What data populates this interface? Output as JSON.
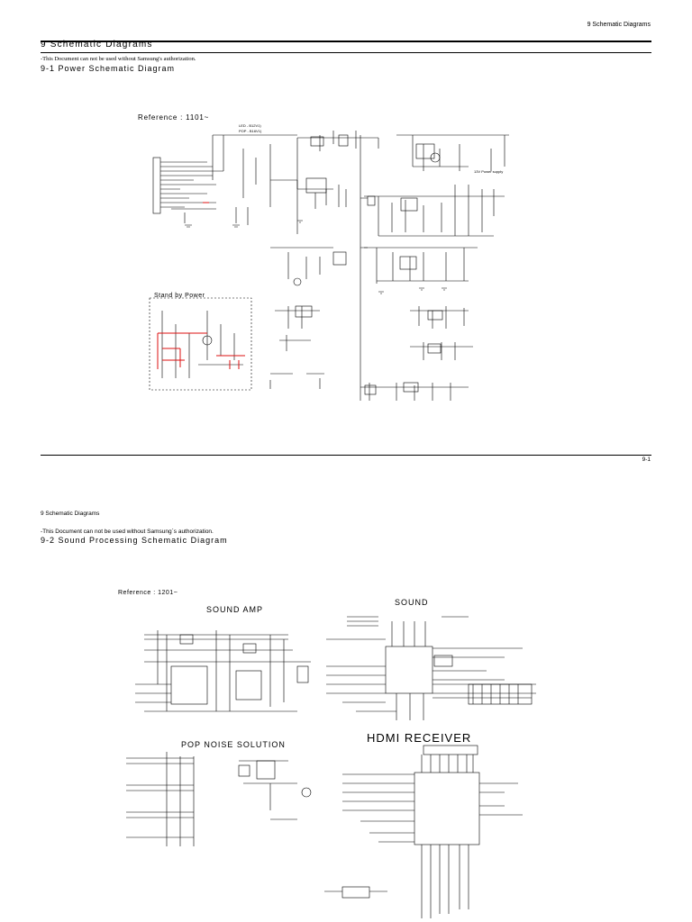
{
  "page1": {
    "running_header": "9 Schematic Diagrams",
    "chapter_title": "9 Schematic Diagrams",
    "notice": "-This Document can not be used without Samsung's authorization.",
    "section_title": "9-1 Power Schematic Diagram",
    "reference": "Reference : 1101~",
    "stand_by_label": "Stand by Power",
    "led_label_1": "LED - B12V1)",
    "led_label_2": "POP - B16V1)",
    "power_supply_label": "13V Power supply",
    "page_number": "9-1"
  },
  "page2": {
    "running_header": "9  Schematic Diagrams",
    "notice": "-This Document can not be used without Samsung`s authorization.",
    "section_title": "9-2 Sound Processing Schematic Diagram",
    "reference": "Reference : 1201~",
    "block_sound_amp": "SOUND AMP",
    "block_sound": "SOUND",
    "block_pop_noise": "POP NOISE SOLUTION",
    "block_hdmi": "HDMI RECEIVER"
  }
}
